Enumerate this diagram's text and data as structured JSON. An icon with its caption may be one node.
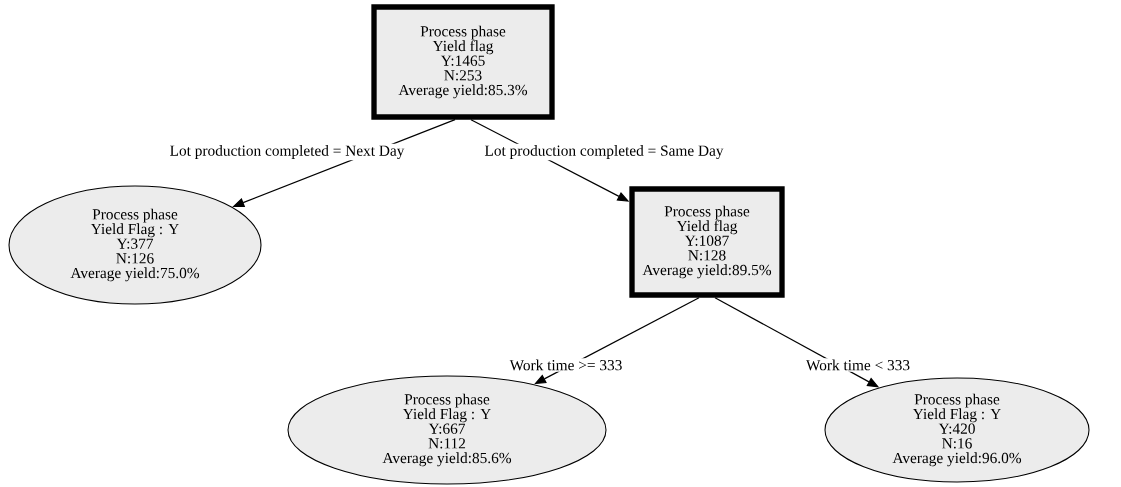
{
  "diagram": {
    "nodes": [
      {
        "text": [
          "Process phase",
          "Yield flag",
          "Y:1465",
          "N:253",
          "Average yield:85.3%"
        ]
      },
      {
        "text": [
          "Process phase",
          "Yield Flag : Y",
          "Y:377",
          "N:126",
          "Average yield:75.0%"
        ]
      },
      {
        "text": [
          "Process phase",
          "Yield flag",
          "Y:1087",
          "N:128",
          "Average yield:89.5%"
        ]
      },
      {
        "text": [
          "Process phase",
          "Yield Flag : Y",
          "Y:667",
          "N:112",
          "Average yield:85.6%"
        ]
      },
      {
        "text": [
          "Process phase",
          "Yield Flag : Y",
          "Y:420",
          "N:16",
          "Average yield:96.0%"
        ]
      }
    ],
    "edges": [
      {
        "from": 0,
        "to": 1,
        "arrow": "to",
        "label": "Lot production completed = Next Day"
      },
      {
        "from": 0,
        "to": 2,
        "arrow": "to",
        "label": "Lot production completed = Same Day"
      },
      {
        "from": 2,
        "to": 3,
        "arrow": "to",
        "label": "Work time >= 333"
      },
      {
        "from": 2,
        "to": 4,
        "arrow": "to",
        "label": "Work time < 333"
      }
    ]
  }
}
